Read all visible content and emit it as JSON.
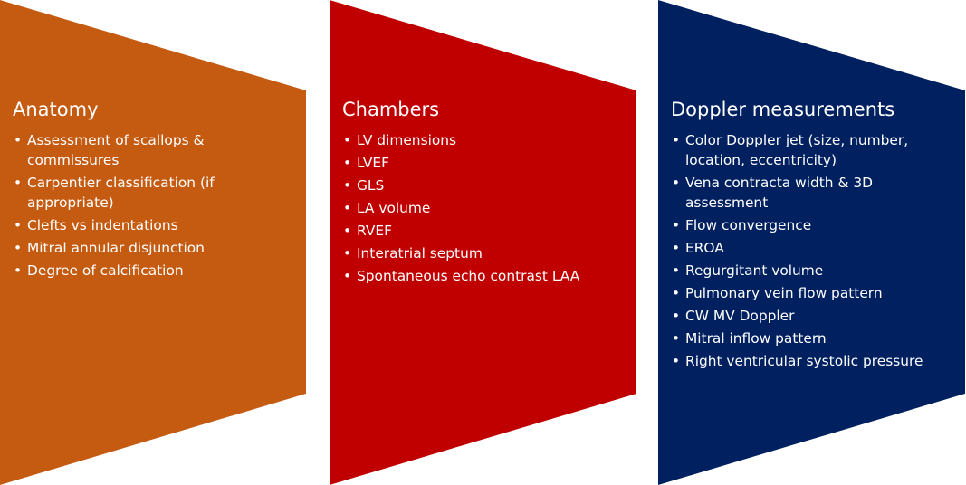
{
  "colors": {
    "anatomy": "#c55a11",
    "chambers": "#c00000",
    "doppler": "#002060",
    "text": "#ffffff"
  },
  "panels": [
    {
      "title": "Anatomy",
      "items": [
        "Assessment of scallops & commissures",
        "Carpentier classification (if appropriate)",
        "Clefts vs indentations",
        "Mitral annular disjunction",
        "Degree of calcification"
      ]
    },
    {
      "title": "Chambers",
      "items": [
        "LV dimensions",
        "LVEF",
        "GLS",
        "LA volume",
        "RVEF",
        "Interatrial septum",
        "Spontaneous echo contrast LAA"
      ]
    },
    {
      "title": "Doppler measurements",
      "items": [
        "Color Doppler jet (size, number, location, eccentricity)",
        "Vena contracta width & 3D assessment",
        "Flow convergence",
        "EROA",
        "Regurgitant volume",
        "Pulmonary vein flow pattern",
        "CW MV Doppler",
        "Mitral inflow pattern",
        "Right ventricular systolic pressure"
      ]
    }
  ]
}
